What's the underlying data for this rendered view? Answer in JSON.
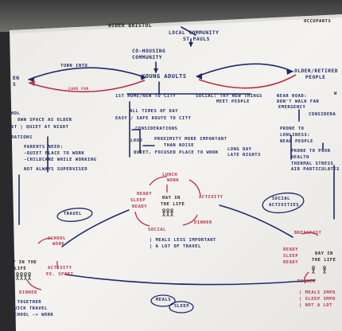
{
  "photo": {
    "colors": {
      "paper": "#f2f1ee",
      "blue_ink": "#1d2a6b",
      "red_ink": "#b8324a",
      "dark_surround": "#2a2a2c"
    },
    "header": {
      "wider_bristol": "WIDER BRISTOL",
      "local_community": "LOCAL COMMUNITY",
      "st_pauls": "ST PAULS",
      "occupants": "OCCUPANTS"
    },
    "center": {
      "co_housing": "CO-HOUSING",
      "community": "COMMUNITY",
      "young_adults": "YOUNG ADULTS",
      "older_retired": "OLDER/RETIRED",
      "people": "PEOPLE",
      "turn_into": "TURN INTO",
      "care_for": "CARE FOR"
    },
    "young_notes": {
      "first_home": "1ST HOME/NEW TO CITY",
      "social": "SOCIAL: TRY NEW THINGS",
      "meet_people": "MEET PEOPLE",
      "all_times": "ALL TIMES OF DAY",
      "easy_route": "EASY / SAFE ROUTE TO CITY",
      "considerations": "CONSIDERATIONS",
      "loud": "LOUD",
      "proximity": "PROXIMITY MORE IMPORTANT",
      "than_noise": "THAN NOISE",
      "quiet_focused": "QUIET, FOCUSED PLACE TO WORK",
      "long_day": "LONG DAY",
      "late_nights": "LATE NIGHTS"
    },
    "left_notes": {
      "en": "EN",
      "s": "S",
      "hol": "HOL",
      "own_space": "OWN SPACE AS OLDER",
      "quiet_at_night": "ST | QUIET AT NIGHT",
      "rations": "RATIONS",
      "parents_need": "PARENTS NEED:",
      "quiet_place": "-QUIET PLACE TO WORK",
      "childcare": "-CHILDCARE WHILE WORKING",
      "not_supervised": "NOT ALWAYS SUPERVISED"
    },
    "right_notes": {
      "near_road": "NEAR ROAD:",
      "dont_walk": "DON'T WALK FAR",
      "emergency": "EMERGENCY",
      "considera": "CONSIDERA",
      "w": "W",
      "prone_loneliness": "PRONE TO",
      "loneliness": "LONLINESS:",
      "near_people": "NEAR PEOPLE",
      "prone_poor": "PRONE TO POOR",
      "health": "HEALTH",
      "thermal": "THERMAL STRESS",
      "air": "AIR PARTICULATES"
    },
    "day_center": {
      "lunch": "LUNCH",
      "work": "WORK",
      "ready": "READY",
      "sleep": "SLEEP",
      "ready2": "READY",
      "day_in": "DAY IN",
      "the_life": "THE LIFE",
      "activity": "ACTIVITY",
      "social": "SOCIAL",
      "dinner": "DINNER",
      "meals_less": "| MEALS LESS IMPORTANT",
      "lot_travel": "| A LOT OF TRAVEL"
    },
    "day_left": {
      "school": "SCHOOL",
      "work": "WORK",
      "y_in_the": "Y IN THE",
      "life": "LIFE",
      "activity": "ACTIVITY",
      "ex_sport": "EX. SPORT",
      "dinner": "DINNER",
      "together": "S TOGETHER",
      "quick_travel": "QUICK TRAVEL",
      "school_work": "SCHOOL -> WORK",
      "y": "Y"
    },
    "day_right": {
      "breakfast": "BREAKFAST",
      "ready": "READY",
      "sleep": "SLEEP",
      "ready2": "READY",
      "day_in": "DAY IN",
      "the_life": "THE LIFE",
      "dinner": "DINNER",
      "meals_impo": "| MEALS IMPO",
      "sleep_impo": "| SLEEP IMPO",
      "not_a_lot": "| NOT A LOT"
    },
    "bubbles": {
      "travel": "TRAVEL",
      "social_activities_1": "SOCIAL",
      "social_activities_2": "ACTIVITIES",
      "meals": "MEALS",
      "sleep": "SLEEP"
    }
  }
}
